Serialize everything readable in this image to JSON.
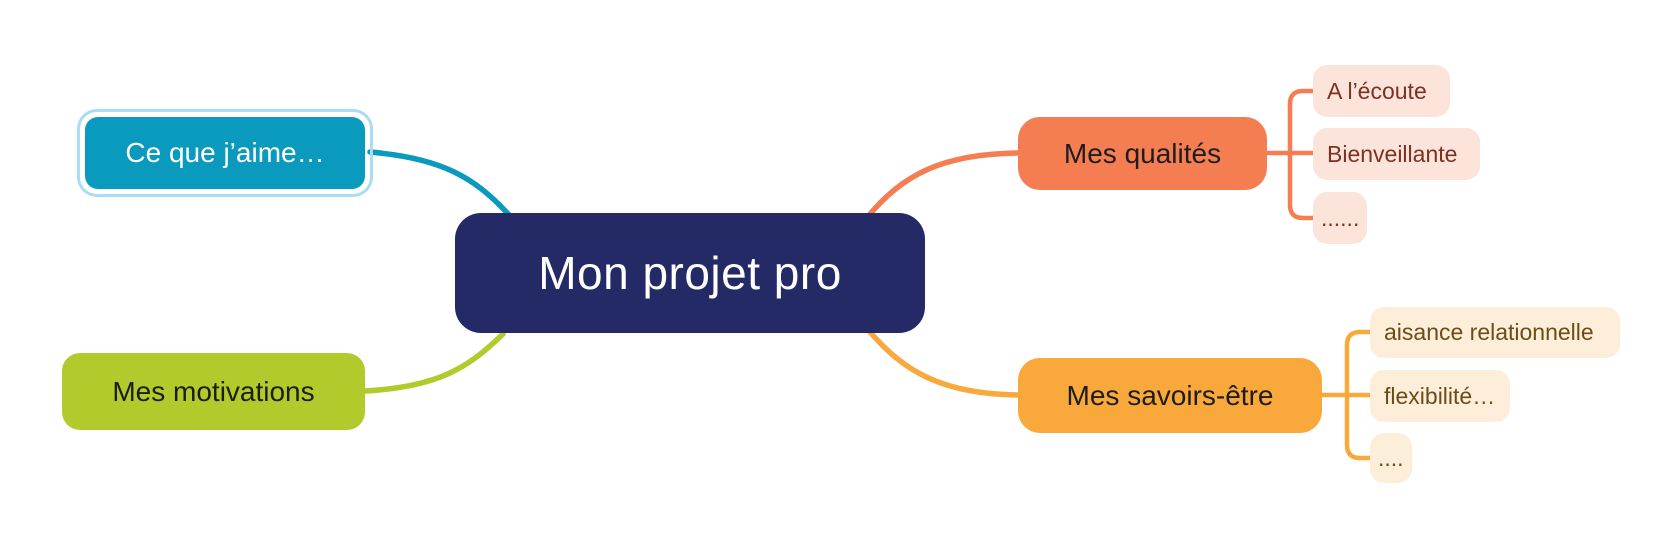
{
  "diagram": {
    "type": "mindmap",
    "root": {
      "label": "Mon projet pro"
    },
    "branches": [
      {
        "label": "Ce que j’aime…",
        "selected": true,
        "color": "#0a9abd",
        "children": []
      },
      {
        "label": "Mes qualités",
        "selected": false,
        "color": "#f57d52",
        "children": [
          {
            "label": "A l’écoute"
          },
          {
            "label": "Bienveillante"
          },
          {
            "label": "......"
          }
        ]
      },
      {
        "label": "Mes motivations",
        "selected": false,
        "color": "#b2ca2c",
        "children": []
      },
      {
        "label": "Mes savoirs-être",
        "selected": false,
        "color": "#f9a83c",
        "children": [
          {
            "label": "aisance relationnelle"
          },
          {
            "label": "flexibilité…"
          },
          {
            "label": "...."
          }
        ]
      }
    ],
    "colors": {
      "canvas_bg": "#ffffff",
      "root_bg": "#232a66",
      "root_text": "#ffffff",
      "branch_teal": "#0a9abd",
      "selection_ring": "#a9ddf2",
      "branch_coral": "#f57d52",
      "coral_leaf_bg": "#fce4db",
      "coral_leaf_text": "#7c3122",
      "branch_green": "#b2ca2c",
      "branch_amber": "#f9a83c",
      "amber_leaf_bg": "#fdeeda",
      "amber_leaf_text": "#6b4d17",
      "dark_text": "#1d1d1f"
    }
  }
}
